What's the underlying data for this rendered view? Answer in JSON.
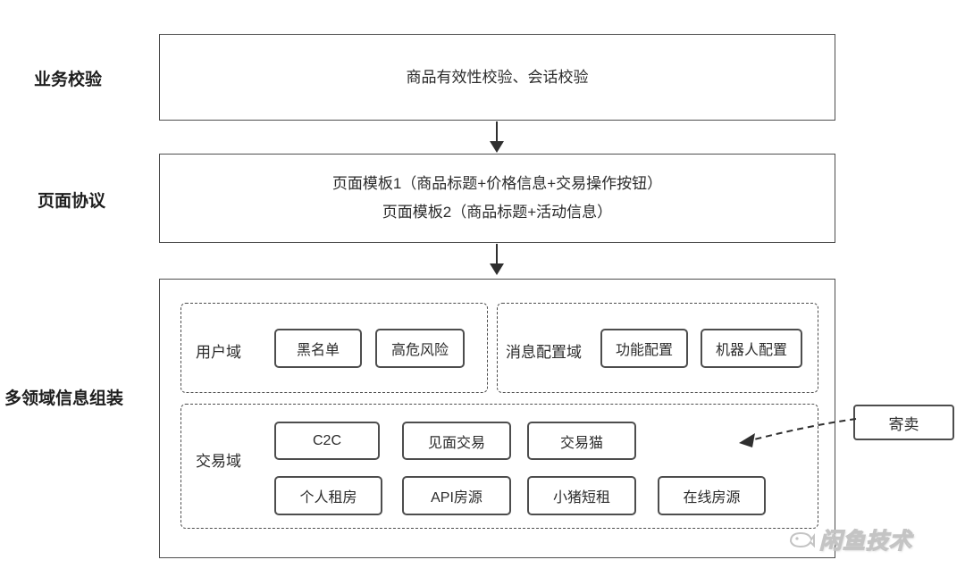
{
  "validation": {
    "label": "业务校验",
    "text": "商品有效性校验、会话校验"
  },
  "protocol": {
    "label": "页面协议",
    "line1": "页面模板1（商品标题+价格信息+交易操作按钮）",
    "line2": "页面模板2（商品标题+活动信息）"
  },
  "assembly": {
    "label": "多领域信息组装",
    "user_domain": {
      "name": "用户域",
      "items": [
        "黑名单",
        "高危风险"
      ]
    },
    "message_domain": {
      "name": "消息配置域",
      "items": [
        "功能配置",
        "机器人配置"
      ]
    },
    "trade_domain": {
      "name": "交易域",
      "row1": [
        "C2C",
        "见面交易",
        "交易猫"
      ],
      "row2": [
        "个人租房",
        "API房源",
        "小猪短租",
        "在线房源"
      ]
    }
  },
  "side_box": {
    "label": "寄卖"
  },
  "watermark": {
    "text": "闲鱼技术",
    "icon": "fish-icon"
  },
  "colors": {
    "border": "#4d4d4d",
    "text": "#2b2b2b",
    "arrow": "#2f2f2f",
    "watermark": "#c4c4c4",
    "background": "#ffffff"
  }
}
